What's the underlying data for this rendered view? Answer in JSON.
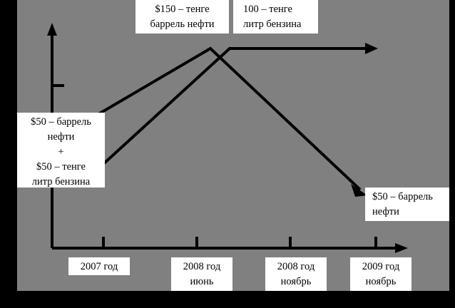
{
  "figure": {
    "background_color": "#808080",
    "frame_color": "#000000",
    "line_color": "#000000",
    "box_fill": "#ffffff"
  },
  "callouts": {
    "oil_peak": {
      "line1": "$150 – тенге",
      "line2": "баррель нефти"
    },
    "petrol_peak": {
      "line1": "100 – тенге",
      "line2": "литр бензина"
    },
    "start": {
      "line1": "$50 – баррель",
      "line2": "нефти",
      "line3": "+",
      "line4": "$50 – тенге",
      "line5": "литр бензина"
    },
    "oil_end": {
      "line1": "$50 – баррель",
      "line2": "нефти"
    }
  },
  "axis_labels": [
    {
      "line1": "2007 год",
      "line2": ""
    },
    {
      "line1": "2008 год",
      "line2": "июнь"
    },
    {
      "line1": "2008 год",
      "line2": "ноябрь"
    },
    {
      "line1": "2009 год",
      "line2": "ноябрь"
    }
  ],
  "chart_data": {
    "type": "line",
    "title": "",
    "xlabel": "",
    "ylabel": "",
    "grid": false,
    "legend_position": "none",
    "x": [
      "2007 год",
      "2008 год июнь",
      "2008 год ноябрь",
      "2009 год ноябрь"
    ],
    "series": [
      {
        "name": "баррель нефти",
        "unit": "$",
        "values": [
          50,
          150,
          null,
          50
        ],
        "annotations": [
          "$50 – баррель нефти",
          "$150 – тенге баррель нефти",
          "",
          "$50 – баррель нефти"
        ]
      },
      {
        "name": "литр бензина",
        "unit": "тенге",
        "values": [
          50,
          100,
          100,
          100
        ],
        "annotations": [
          "$50 – тенге литр бензина",
          "100 – тенге литр бензина",
          "",
          ""
        ]
      }
    ],
    "notes": "Oil price rises from $50 to $150 then falls back to $50; petrol price rises from 50 to 100 tenge and stays flat."
  }
}
